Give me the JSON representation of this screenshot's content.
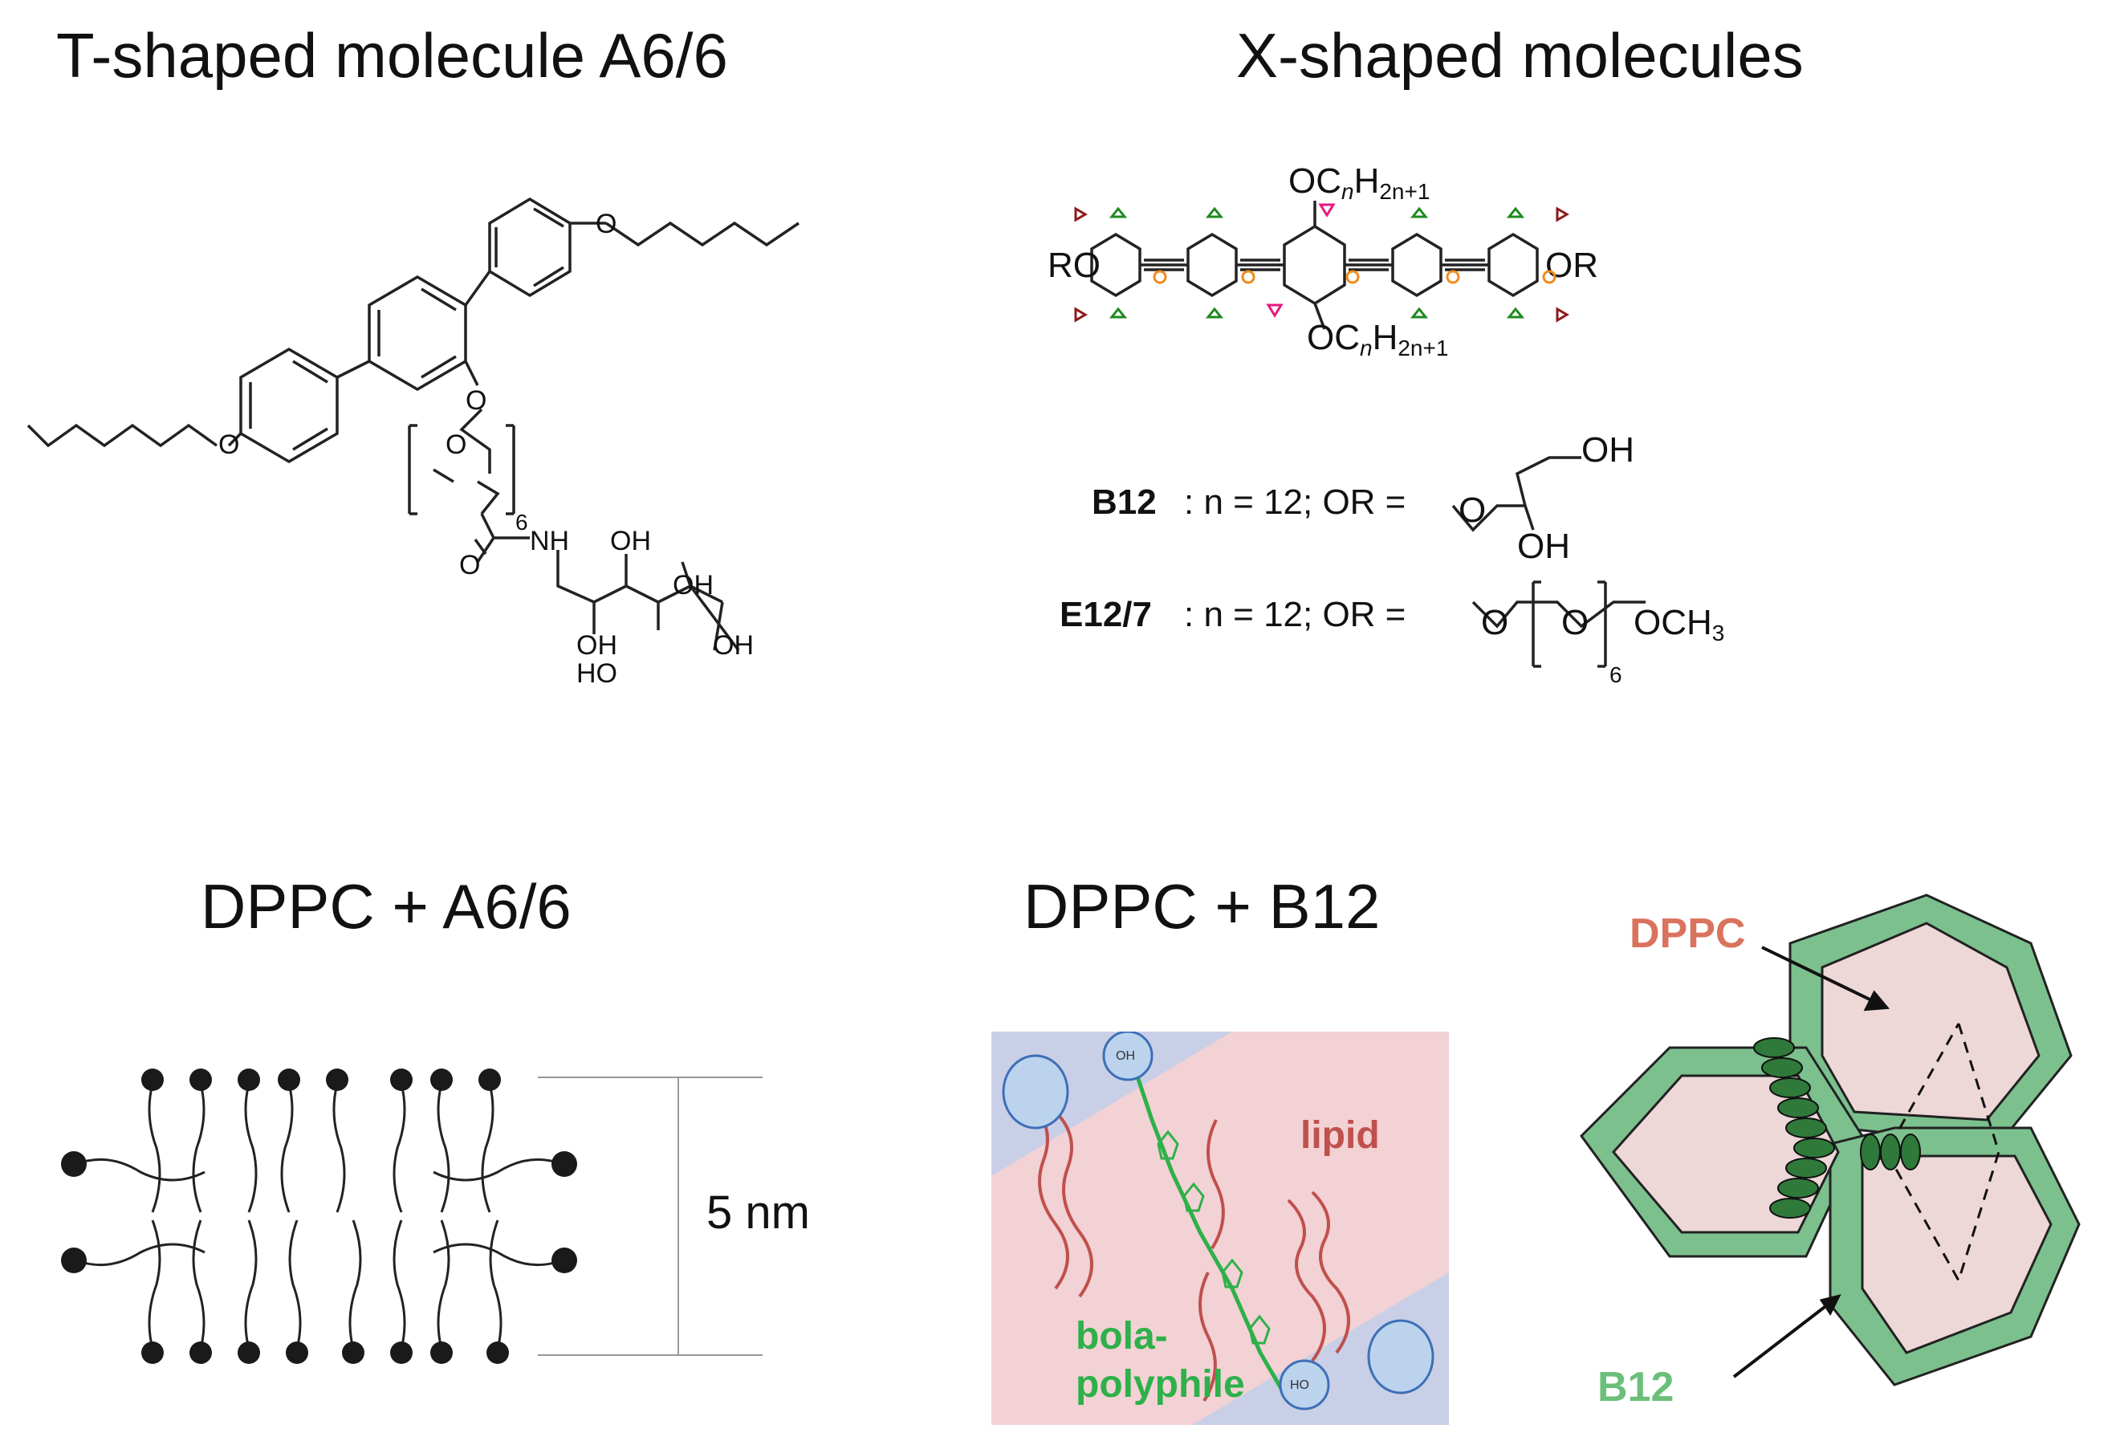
{
  "titles": {
    "t_shaped": "T-shaped molecule A6/6",
    "x_shaped": "X-shaped molecules",
    "dppc_a6": "DPPC + A6/6",
    "dppc_b12": "DPPC + B12"
  },
  "t_structure": {
    "o_atom": "O",
    "nh": "NH",
    "oh": "OH",
    "ho": "HO",
    "repeat": "6"
  },
  "x_structure": {
    "ro": "RO",
    "or": "OR",
    "oc": "OC",
    "n_sub": "n",
    "h": "H",
    "h_sub": "2n+1",
    "oh": "OH",
    "och": "OCH",
    "och_sub": "3",
    "repeat": "6",
    "b12_name": "B12",
    "b12_def": ": n = 12; OR =",
    "e12_name": "E12/7",
    "e12_def": ": n = 12; OR =",
    "marker_colors": {
      "circle": "#f08a1c",
      "green_triangle": "#1e8a1e",
      "red_triangle": "#8b1a1a",
      "pink_triangle": "#e8197d"
    }
  },
  "bilayer": {
    "thickness_label": "5 nm"
  },
  "lipid_panel": {
    "lipid_label": "lipid",
    "bola_label_1": "bola-",
    "bola_label_2": "polyphile",
    "oh_small": "OH",
    "ho_small": "HO",
    "colors": {
      "band": "#c9cfe6",
      "background": "#f2d2d4",
      "lipid": "#c0504d",
      "bola": "#2eb04a",
      "head": "#bcd3ee"
    }
  },
  "honeycomb": {
    "dppc_label": "DPPC",
    "b12_label": "B12",
    "colors": {
      "frame": "#7cc08e",
      "cell": "#edd7d7",
      "dppc_text": "#d9735e",
      "b12_text": "#6bbf7a",
      "ellipse": "#2f7a3b"
    }
  }
}
